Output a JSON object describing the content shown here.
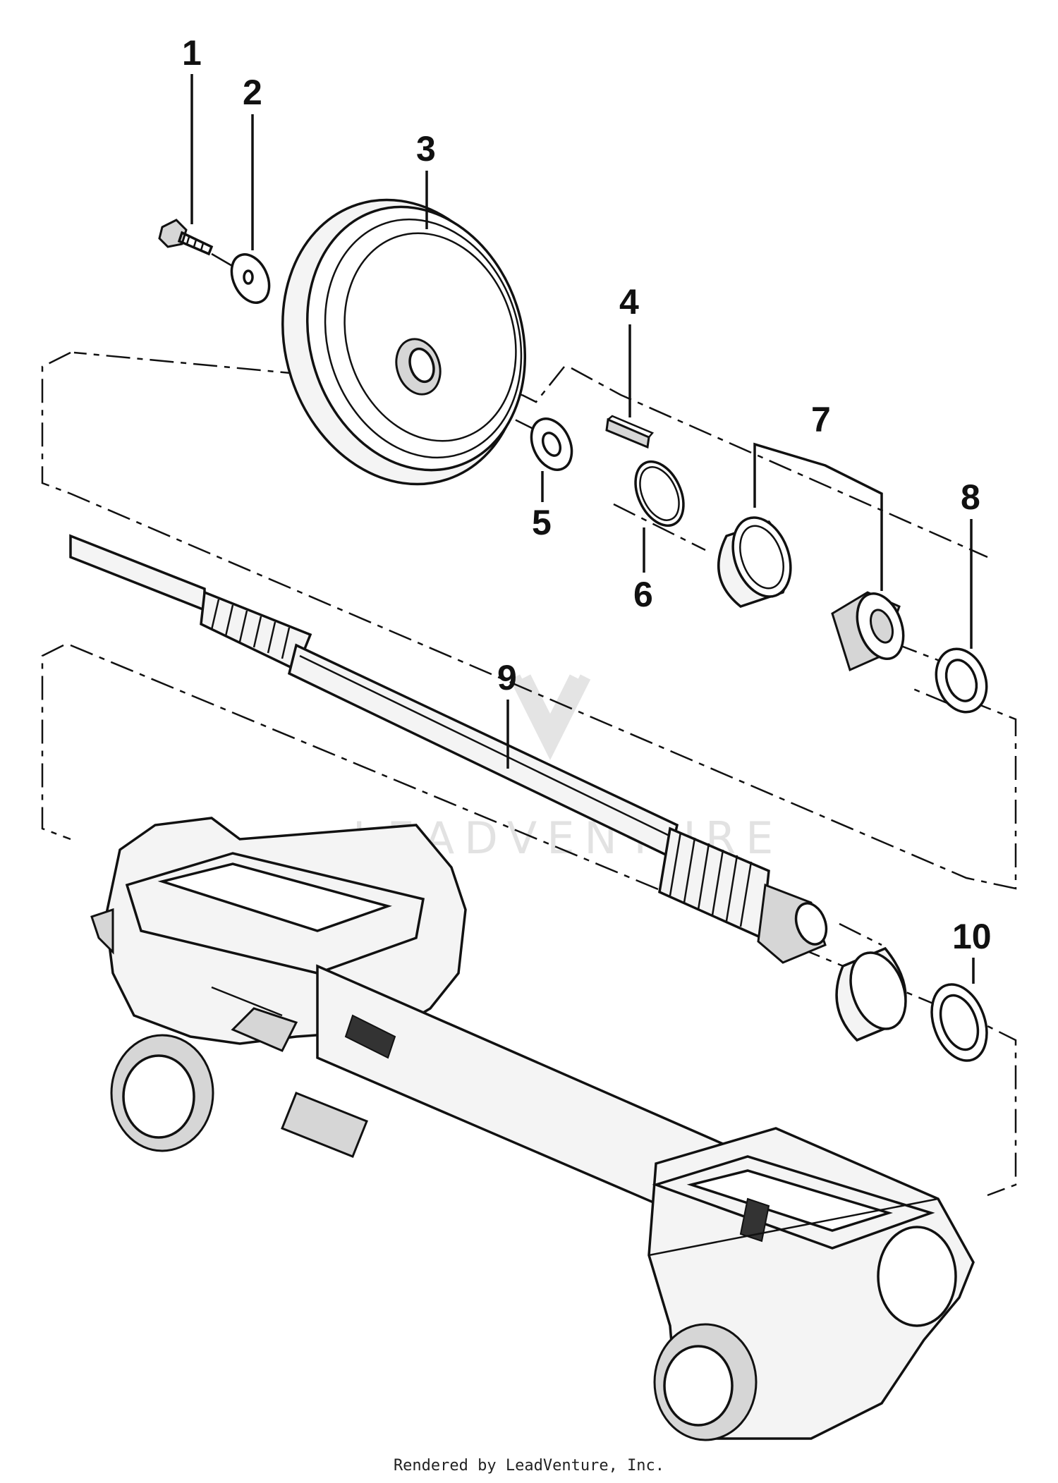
{
  "callouts": [
    {
      "id": "1",
      "label": "1"
    },
    {
      "id": "2",
      "label": "2"
    },
    {
      "id": "3",
      "label": "3"
    },
    {
      "id": "4",
      "label": "4"
    },
    {
      "id": "5",
      "label": "5"
    },
    {
      "id": "6",
      "label": "6"
    },
    {
      "id": "7",
      "label": "7"
    },
    {
      "id": "8",
      "label": "8"
    },
    {
      "id": "9",
      "label": "9"
    },
    {
      "id": "10",
      "label": "10"
    }
  ],
  "watermark": "LEADVENTURE",
  "footer": "Rendered by LeadVenture, Inc."
}
